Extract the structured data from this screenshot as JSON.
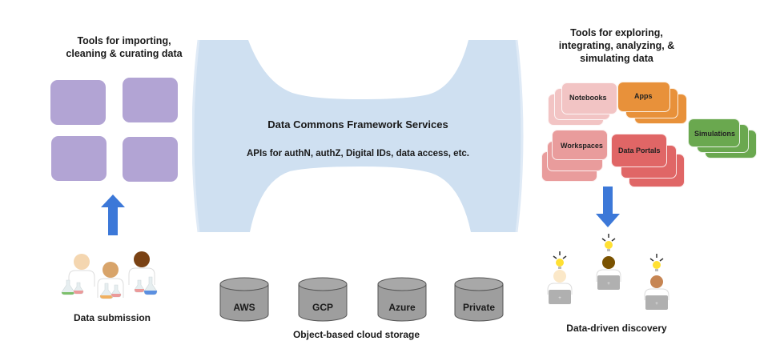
{
  "left": {
    "heading_line1": "Tools for importing,",
    "heading_line2": "cleaning & curating data",
    "tool_boxes_count": 4,
    "caption": "Data submission"
  },
  "center": {
    "title": "Data Commons Framework Services",
    "subtitle": "APIs for authN, authZ, Digital IDs, data access, etc."
  },
  "storage": {
    "caption": "Object-based cloud storage",
    "items": [
      {
        "label": "AWS"
      },
      {
        "label": "GCP"
      },
      {
        "label": "Azure"
      },
      {
        "label": "Private"
      }
    ]
  },
  "right": {
    "heading_line1": "Tools for exploring,",
    "heading_line2": "integrating, analyzing, &",
    "heading_line3": "simulating data",
    "tools": [
      {
        "label": "Notebooks",
        "color": "#f2c4c4"
      },
      {
        "label": "Apps",
        "color": "#e8913a"
      },
      {
        "label": "Simulations",
        "color": "#6aa84f"
      },
      {
        "label": "Workspaces",
        "color": "#e99c9c"
      },
      {
        "label": "Data Portals",
        "color": "#e06666"
      }
    ],
    "caption": "Data-driven discovery"
  },
  "colors": {
    "hourglass": "#cfe0f1",
    "arrow": "#3c78d8",
    "purple_box": "#b2a4d4",
    "cylinder": "#9e9e9e",
    "bulb": "#ffe033"
  }
}
